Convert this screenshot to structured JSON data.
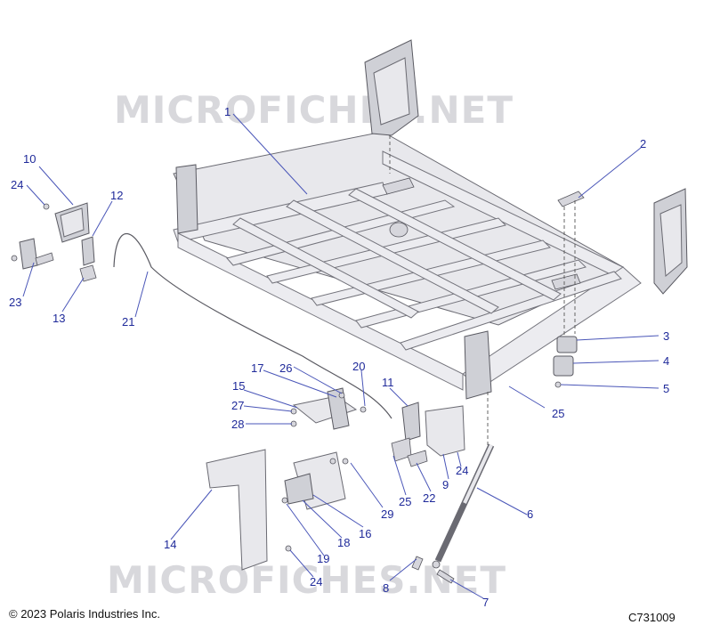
{
  "watermark": "MICROFICHES.NET",
  "copyright": "© 2023 Polaris Industries Inc.",
  "diagram_code": "C731009",
  "callouts": {
    "c1": "1",
    "c2": "2",
    "c3": "3",
    "c4": "4",
    "c5": "5",
    "c6": "6",
    "c7": "7",
    "c8": "8",
    "c9": "9",
    "c10": "10",
    "c11": "11",
    "c12": "12",
    "c13": "13",
    "c14": "14",
    "c15": "15",
    "c16": "16",
    "c17": "17",
    "c18": "18",
    "c19": "19",
    "c20": "20",
    "c21": "21",
    "c22": "22",
    "c23": "23",
    "c24a": "24",
    "c24b": "24",
    "c24c": "24",
    "c25a": "25",
    "c25b": "25",
    "c26": "26",
    "c27": "27",
    "c28": "28",
    "c29": "29"
  },
  "colors": {
    "callout": "#1f2a9a",
    "leader": "#4a56b8",
    "watermark": "#d8d8dc"
  }
}
